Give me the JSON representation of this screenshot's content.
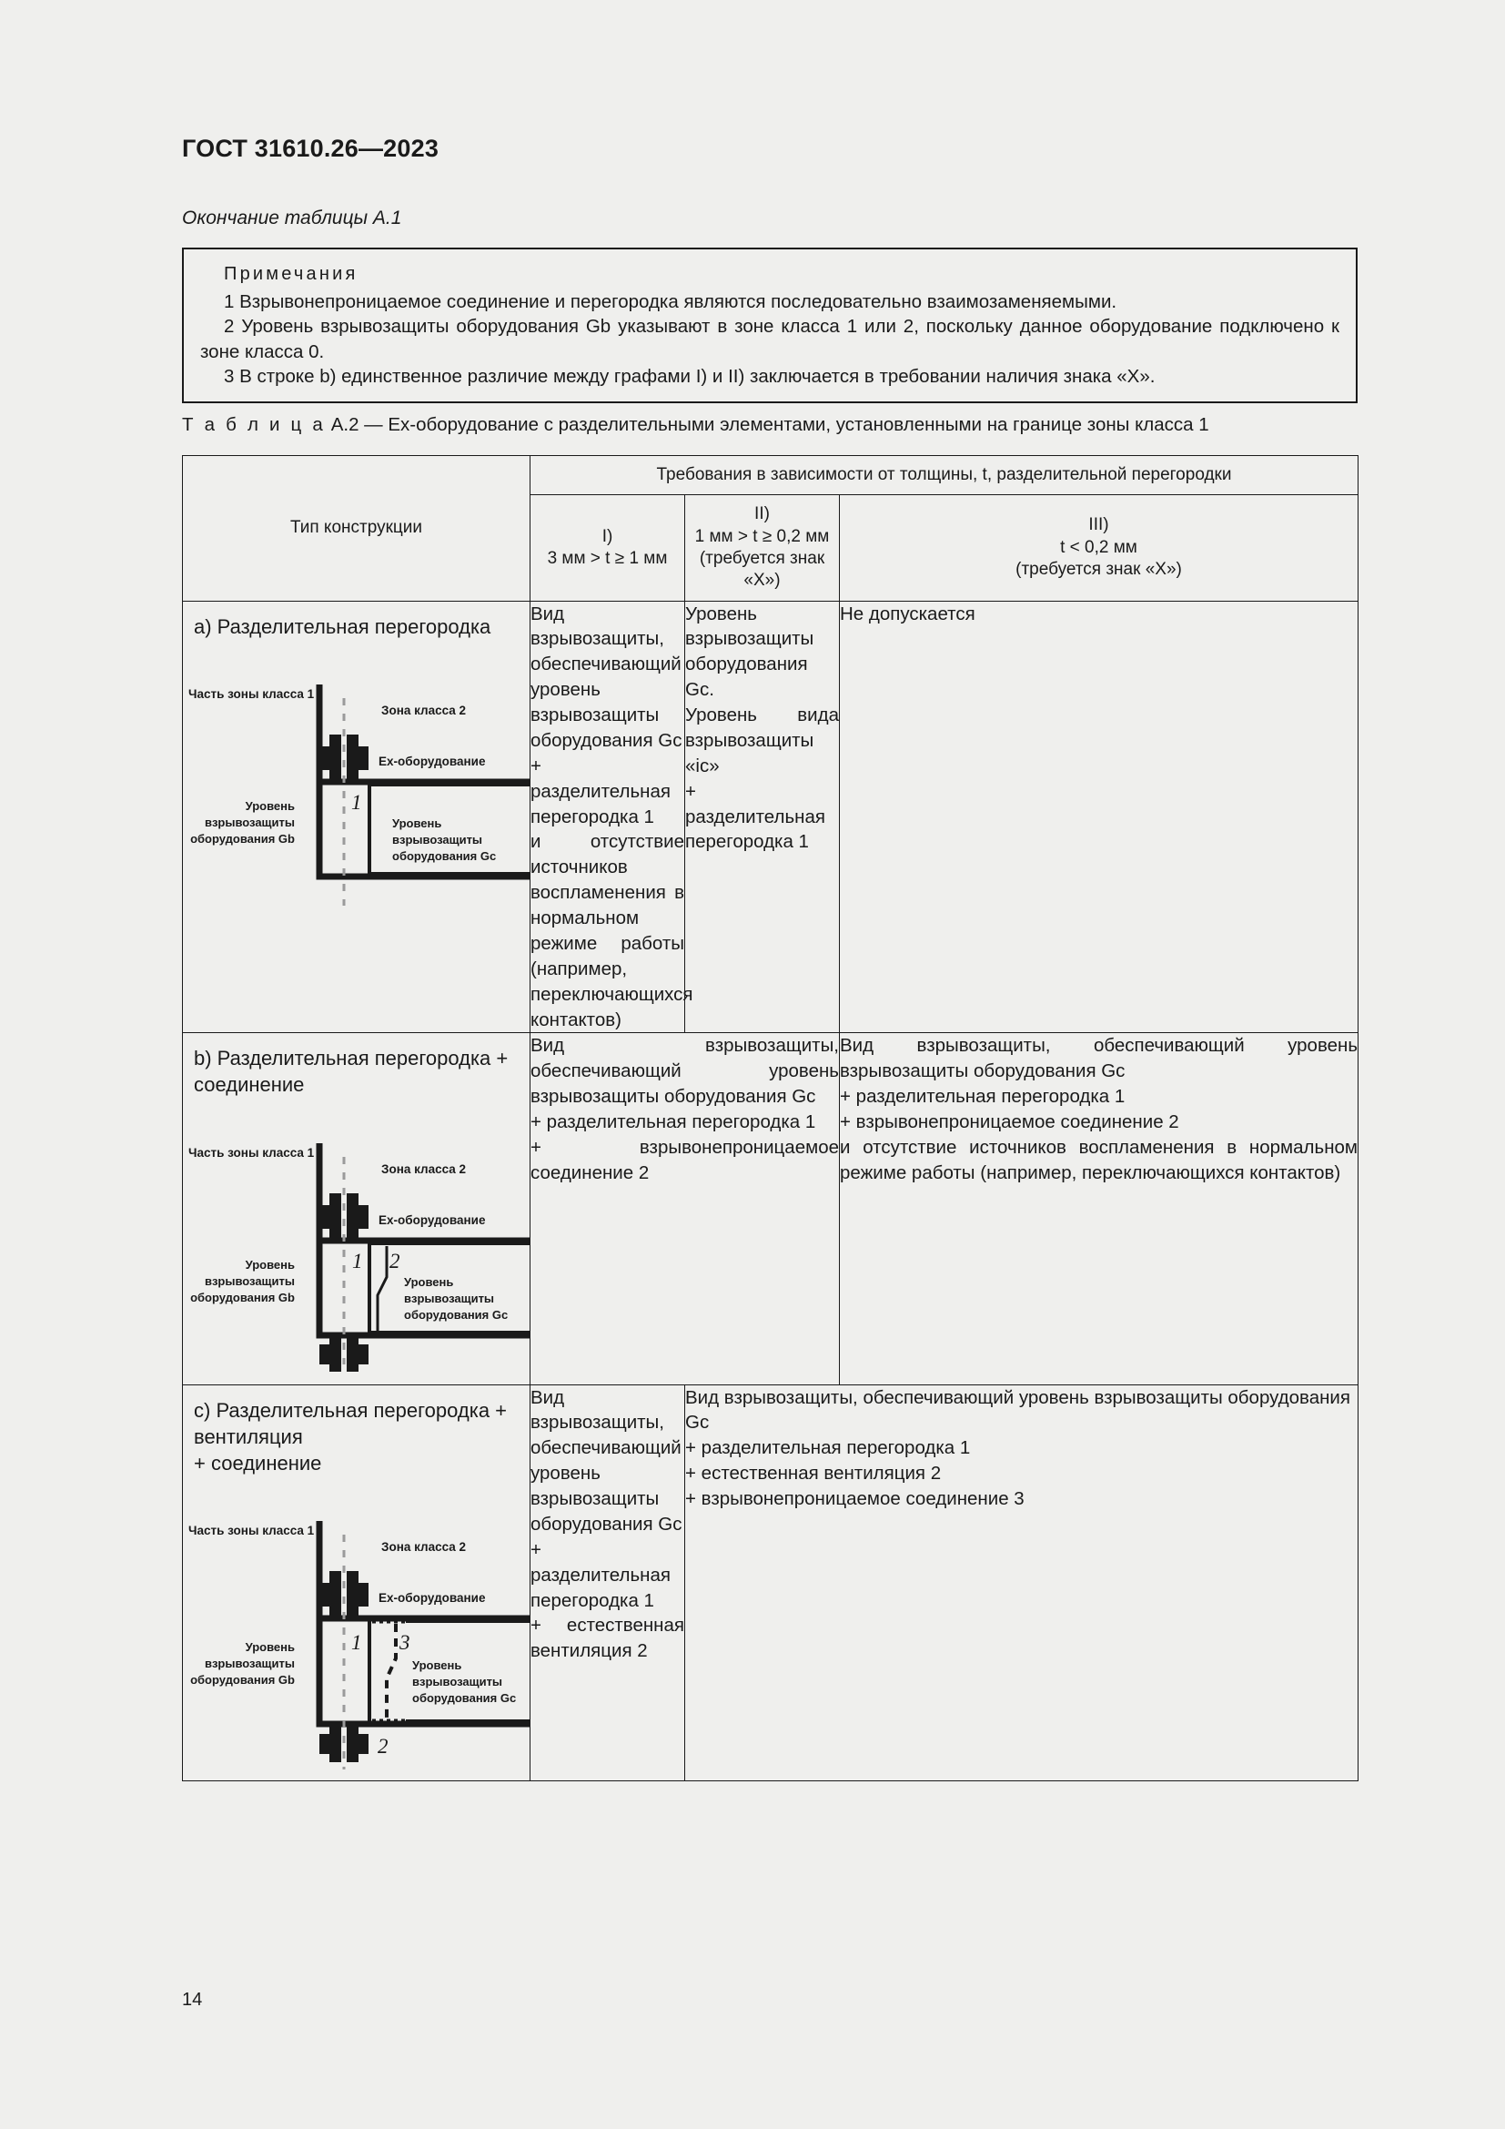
{
  "document": {
    "standard_number": "ГОСТ 31610.26—2023",
    "table_continuation": "Окончание таблицы А.1",
    "page_number": "14"
  },
  "notes": {
    "title": "Примечания",
    "items": [
      "1  Взрывонепроницаемое соединение и перегородка являются последовательно взаимозаменяемыми.",
      "2  Уровень взрывозащиты оборудования Gb указывают в зоне класса 1 или 2, поскольку данное оборудование подключено к зоне класса 0.",
      "3  В строке b) единственное различие между графами I) и II) заключается в требовании наличия знака «X»."
    ]
  },
  "table_a2": {
    "caption_prefix": "Т а б л и ц а",
    "caption_rest": "А.2 — Ex-оборудование с разделительными элементами, установленными на границе зоны класса 1",
    "header": {
      "col_type": "Тип конструкции",
      "group_title": "Требования в зависимости от толщины, t, разделительной перегородки",
      "col_I_num": "I)",
      "col_I_cond": "3 мм > t ≥ 1 мм",
      "col_II_num": "II)",
      "col_II_cond": "1 мм > t ≥ 0,2 мм",
      "col_II_note": "(требуется знак «X»)",
      "col_III_num": "III)",
      "col_III_cond": "t < 0,2 мм",
      "col_III_note": "(требуется знак «X»)"
    },
    "rows": [
      {
        "label": "a)  Разделительная перегородка",
        "diagram": {
          "zone1_label": "Часть зоны класса 1",
          "zone2_label": "Зона класса 2",
          "equipment_label": "Ex-оборудование",
          "epl_gb_label": "Уровень\nвзрывозащиты\nоборудования Gb",
          "epl_gc_label": "Уровень\nвзрывозащиты\nоборудования Gc",
          "callouts": [
            "1"
          ]
        },
        "col_I": "Вид взрывозащиты, обеспечивающий уровень взрывозащиты оборудования Gc\n+ разделительная перегородка 1\nи отсутствие источников воспламенения в нормальном режиме работы (например, переключающихся контактов)",
        "col_II": "Уровень взрывозащиты оборудования Gc.\nУровень вида взрывозащиты «ic»\n+ разделительная перегородка 1",
        "col_III": "Не допускается"
      },
      {
        "label": "b)  Разделительная перегородка + соединение",
        "diagram": {
          "zone1_label": "Часть зоны класса 1",
          "zone2_label": "Зона класса 2",
          "equipment_label": "Ex-оборудование",
          "epl_gb_label": "Уровень\nвзрывозащиты\nоборудования Gb",
          "epl_gc_label": "Уровень\nвзрывозащиты\nоборудования Gc",
          "callouts": [
            "1",
            "2"
          ]
        },
        "col_I_II": "Вид взрывозащиты, обеспечивающий уровень взрывозащиты оборудования Gc\n+ разделительная перегородка 1\n+ взрывонепроницаемое соединение 2",
        "col_III": "Вид взрывозащиты, обеспечивающий уровень взрывозащиты оборудования Gc\n+ разделительная перегородка 1\n+ взрывонепроницаемое соединение 2\nи отсутствие источников воспламенения в нормальном режиме работы (например, переключающихся контактов)"
      },
      {
        "label": "c)  Разделительная перегородка + вентиляция\n+ соединение",
        "diagram": {
          "zone1_label": "Часть зоны класса 1",
          "zone2_label": "Зона класса 2",
          "equipment_label": "Ex-оборудование",
          "epl_gb_label": "Уровень\nвзрывозащиты\nоборудования Gb",
          "epl_gc_label": "Уровень\nвзрывозащиты\nоборудования Gc",
          "callouts": [
            "1",
            "3",
            "2"
          ]
        },
        "col_I": "Вид взрывозащиты, обеспечивающий уровень взрывозащиты оборудования Gc\n+ разделительная перегородка 1\n+ естественная вентиляция 2",
        "col_II_III": "Вид взрывозащиты, обеспечивающий уровень взрывозащиты оборудования Gc\n+ разделительная перегородка 1\n+ естественная вентиляция 2\n+ взрывонепроницаемое соединение 3"
      }
    ]
  },
  "colors": {
    "page_background": "#efefed",
    "ink": "#1a1a1a",
    "dashed_axis": "#9a9a9a"
  }
}
